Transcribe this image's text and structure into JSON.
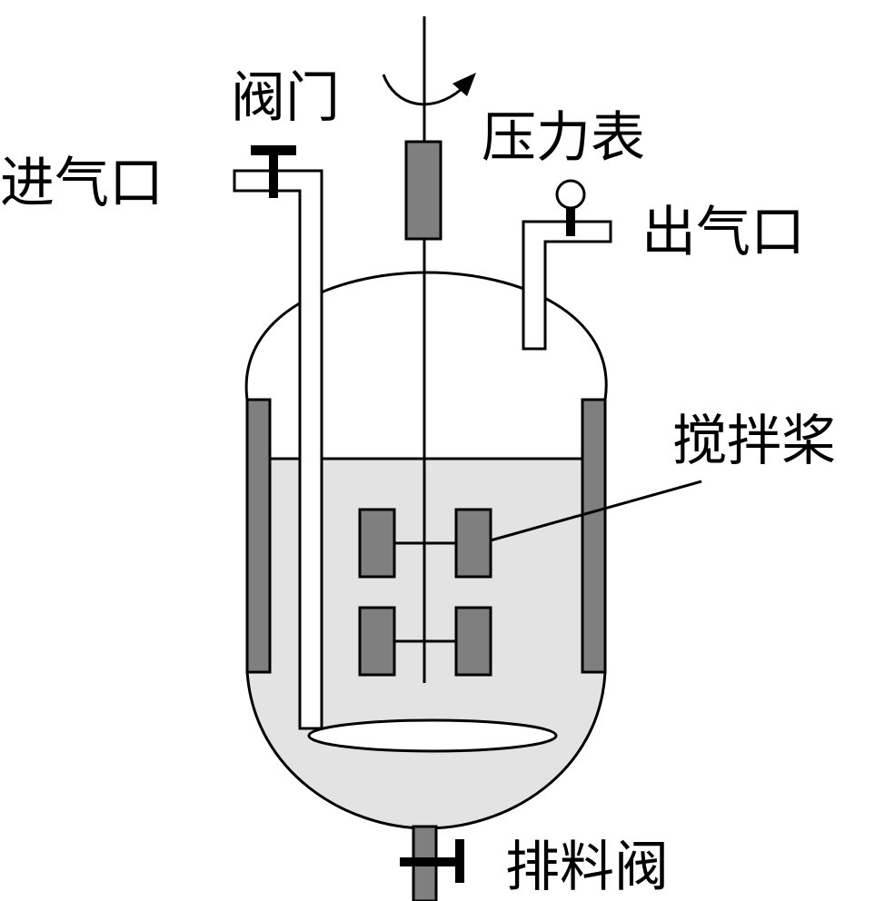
{
  "labels": {
    "valve": "阀门",
    "pressure_gauge": "压力表",
    "gas_inlet": "进气口",
    "gas_outlet": "出气口",
    "stirring_paddle": "搅拌桨",
    "discharge_valve": "排料阀"
  },
  "colors": {
    "line": "#000000",
    "liquid": "#e3e3e3",
    "component": "#7f7f7f",
    "background": "#ffffff"
  }
}
